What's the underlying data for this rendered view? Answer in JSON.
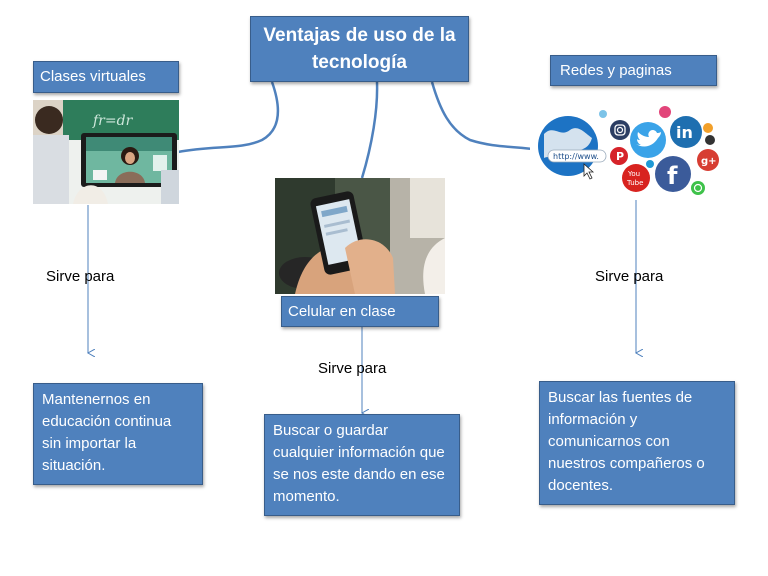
{
  "title": "Ventajas de uso de la tecnología",
  "left": {
    "label": "Clases virtuales",
    "sirve": "Sirve para",
    "text": "Mantenernos en educación continua sin importar la situación."
  },
  "center": {
    "label": "Celular en clase",
    "sirve": "Sirve para",
    "text": "Buscar o guardar cualquier información que se nos este dando en ese momento."
  },
  "right": {
    "label": "Redes y paginas",
    "sirve": "Sirve para",
    "text": "Buscar las fuentes de información y comunicarnos con nuestros compañeros o docentes."
  },
  "icons": {
    "url_label": "http://www.",
    "linkedin": "in",
    "facebook": "f",
    "googleplus": "g+",
    "youtube_line1": "You",
    "youtube_line2": "Tube"
  },
  "colors": {
    "box_fill": "#4f81bd",
    "box_border": "#385d8a",
    "connector": "#4f81bd"
  }
}
